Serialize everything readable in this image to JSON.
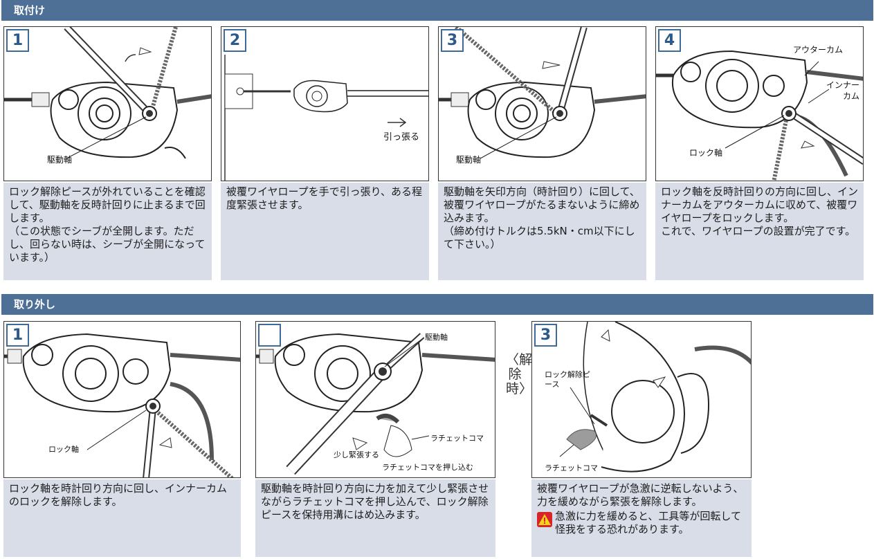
{
  "install": {
    "title": "取付け",
    "steps": [
      {
        "number": "1",
        "label": "駆動軸",
        "lines": [
          "ロック解除ピースが外れていることを確認して、駆動軸を反時計回りに止まるまで回します。",
          "（この状態でシーブが全開します。ただし、回らない時は、シーブが全開になっています。）"
        ]
      },
      {
        "number": "2",
        "label": "引っ張る",
        "lines": [
          "被覆ワイヤロープを手で引っ張り、ある程度緊張させます。"
        ]
      },
      {
        "number": "3",
        "label": "駆動軸",
        "lines": [
          "駆動軸を矢印方向（時計回り）に回して、被覆ワイヤロープがたるまないように締め込みます。",
          "（締め付けトルクは5.5kN・cm以下にして下さい。）"
        ]
      },
      {
        "number": "4",
        "labels": {
          "outer": "アウターカム",
          "inner": "インナーカム",
          "lock": "ロック軸"
        },
        "lines": [
          "ロック軸を反時計回りの方向に回し、インナーカムをアウターカムに収めて、被覆ワイヤロープをロックします。",
          "これで、ワイヤロープの設置が完了です。"
        ]
      }
    ]
  },
  "remove": {
    "title": "取り外し",
    "steps": [
      {
        "number": "1",
        "label": "ロック軸",
        "lines": [
          "ロック軸を時計回り方向に回し、インナーカムのロックを解除します。"
        ]
      },
      {
        "number": "",
        "labels": {
          "drive": "駆動軸",
          "ratchet": "ラチェットコマ",
          "tension": "少し緊張する",
          "push": "ラチェットコマを押し込む"
        },
        "lines": [
          "駆動軸を時計回り方向に力を加えて少し緊張させながらラチェットコマを押し込んで、ロック解除ピースを保持用溝にはめ込みます。"
        ]
      },
      {
        "number": "3",
        "labels": {
          "piece": "ロック解除ピース",
          "ratchet": "ラチェットコマ"
        },
        "lines": [
          "被覆ワイヤロープが急激に逆転しないよう、力を緩めながら緊張を解除します。"
        ],
        "warning": "急激に力を緩めると、工具等が回転して怪我をする恐れがあります。"
      }
    ],
    "side_note": "〈解除時〉"
  }
}
